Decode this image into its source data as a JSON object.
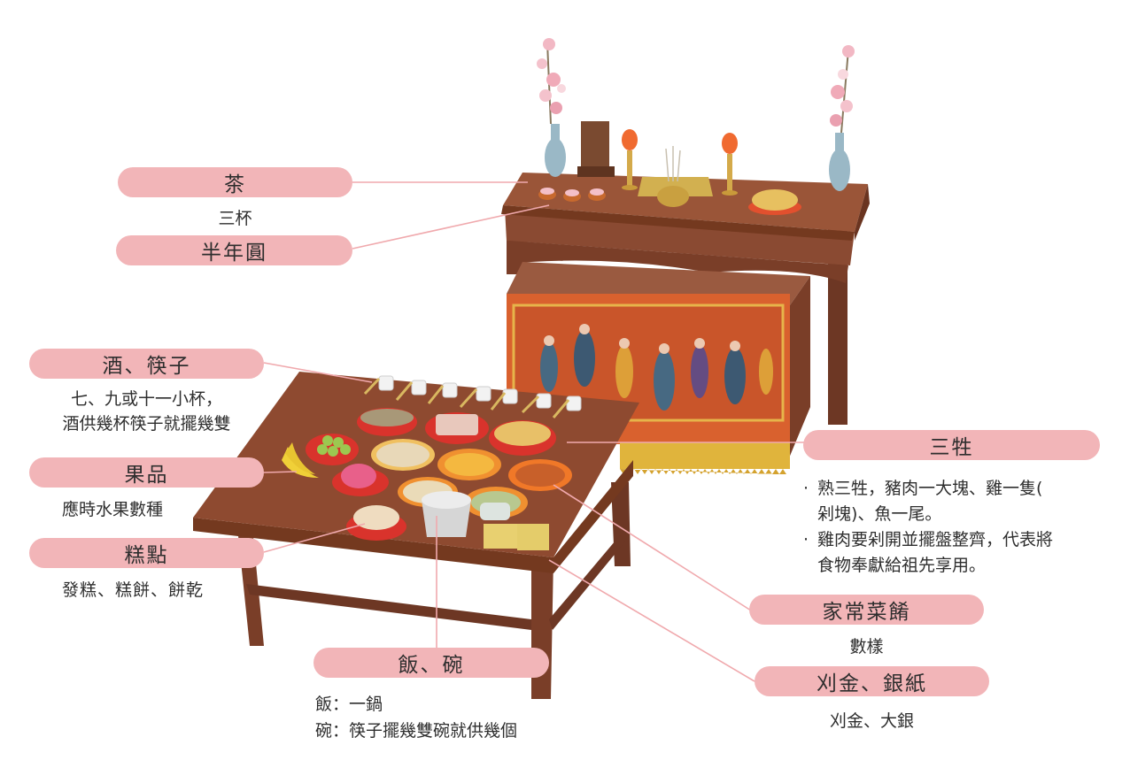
{
  "colors": {
    "pill_bg": "#f2b5b8",
    "leader_line": "#f0a9ad",
    "wood": "#8a4a32",
    "wood_dark": "#6d3724",
    "tablecloth": "#d9612e",
    "fringe": "#e0b43c"
  },
  "labels": [
    {
      "id": "tea",
      "title": "茶",
      "desc": [
        "三杯"
      ]
    },
    {
      "id": "half-year-balls",
      "title": "半年圓",
      "desc": []
    },
    {
      "id": "wine-chopsticks",
      "title": "酒、筷子",
      "desc": [
        "七、九或十一小杯，",
        "酒供幾杯筷子就擺幾雙"
      ]
    },
    {
      "id": "fruit",
      "title": "果品",
      "desc": [
        "應時水果數種"
      ]
    },
    {
      "id": "cakes",
      "title": "糕點",
      "desc": [
        "發糕、糕餅、餅乾"
      ]
    },
    {
      "id": "rice-bowls",
      "title": "飯、碗",
      "desc": [
        "飯：一鍋",
        "碗：筷子擺幾雙碗就供幾個"
      ]
    },
    {
      "id": "three-meats",
      "title": "三牲",
      "desc": [
        "熟三牲，豬肉一大塊、雞一隻(",
        "剁塊)、魚一尾。",
        "雞肉要剁開並擺盤整齊，代表將",
        "食物奉獻給祖先享用。"
      ],
      "bullets": [
        "熟三牲，豬肉一大塊、雞一隻(剁塊)、魚一尾。",
        "雞肉要剁開並擺盤整齊，代表將食物奉獻給祖先享用。"
      ]
    },
    {
      "id": "home-dishes",
      "title": "家常菜餚",
      "desc": [
        "數樣"
      ]
    },
    {
      "id": "joss-paper",
      "title": "刈金、銀紙",
      "desc": [
        "刈金、大銀"
      ]
    }
  ],
  "bullet_mark": "·"
}
